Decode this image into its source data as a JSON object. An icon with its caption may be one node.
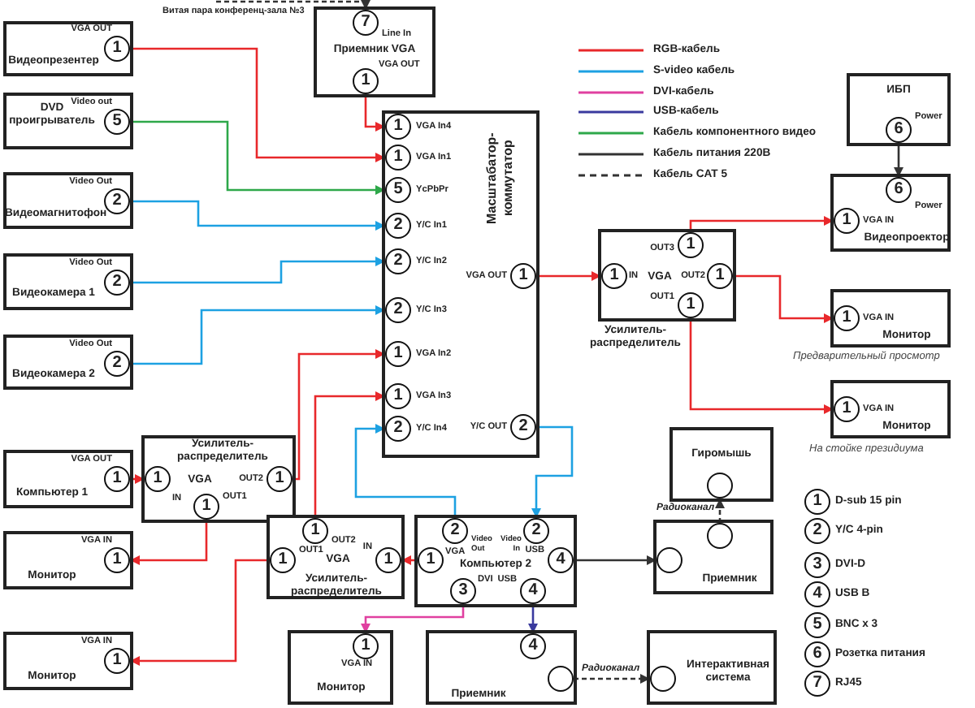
{
  "diagram": {
    "nodes": [
      {
        "text": [
          "Видеопрезентер"
        ]
      },
      {
        "text": [
          "1"
        ],
        "beside": [
          "VGA OUT"
        ],
        "in": 0
      },
      {
        "text": [
          "DVD проигрыватель"
        ]
      },
      {
        "text": [
          "5"
        ],
        "beside": [
          "Video out"
        ],
        "in": 2
      },
      {
        "text": [
          "Видеомагнитофон"
        ]
      },
      {
        "text": [
          "2"
        ],
        "beside": [
          "Video Out"
        ],
        "in": 4
      },
      {
        "text": [
          "Видеокамера 1"
        ]
      },
      {
        "text": [
          "2"
        ],
        "beside": [
          "Video Out"
        ],
        "in": 6
      },
      {
        "text": [
          "Видеокамера 2"
        ]
      },
      {
        "text": [
          "2"
        ],
        "beside": [
          "Video Out"
        ],
        "in": 8
      },
      {
        "text": [
          "Приемник VGA"
        ]
      },
      {
        "text": [
          "7"
        ],
        "beside": [
          "Line In"
        ],
        "in": 10
      },
      {
        "text": [
          "1"
        ],
        "beside": [
          "VGA OUT"
        ],
        "in": 10
      },
      {
        "text": [
          "Масштабатор-коммутатор"
        ]
      },
      {
        "text": [
          "1"
        ],
        "beside": [
          "VGA In4"
        ],
        "in": 13
      },
      {
        "text": [
          "1"
        ],
        "beside": [
          "VGA In1"
        ],
        "in": 13
      },
      {
        "text": [
          "5"
        ],
        "beside": [
          "YcPbPr"
        ],
        "in": 13
      },
      {
        "text": [
          "2"
        ],
        "beside": [
          "Y/C In1"
        ],
        "in": 13
      },
      {
        "text": [
          "2"
        ],
        "beside": [
          "Y/C In2"
        ],
        "in": 13
      },
      {
        "text": [
          "2"
        ],
        "beside": [
          "Y/C In3"
        ],
        "in": 13
      },
      {
        "text": [
          "1"
        ],
        "beside": [
          "VGA In2"
        ],
        "in": 13
      },
      {
        "text": [
          "1"
        ],
        "beside": [
          "VGA In3"
        ],
        "in": 13
      },
      {
        "text": [
          "2"
        ],
        "beside": [
          "Y/C In4"
        ],
        "in": 13
      },
      {
        "text": [
          "1"
        ],
        "beside": [
          "VGA OUT"
        ],
        "in": 13
      },
      {
        "text": [
          "2"
        ],
        "beside": [
          "Y/C OUT"
        ],
        "in": 13
      },
      {
        "text": [
          "VGA",
          "Усилитель-распределитель"
        ]
      },
      {
        "text": [
          "1"
        ],
        "beside": [
          "IN"
        ],
        "in": 25
      },
      {
        "text": [
          "1"
        ],
        "beside": [
          "OUT3"
        ],
        "in": 25
      },
      {
        "text": [
          "1"
        ],
        "beside": [
          "OUT2"
        ],
        "in": 25
      },
      {
        "text": [
          "1"
        ],
        "beside": [
          "OUT1"
        ],
        "in": 25
      },
      {
        "text": [
          "ИБП"
        ]
      },
      {
        "text": [
          "6"
        ],
        "beside": [
          "Power"
        ],
        "in": 30
      },
      {
        "text": [
          "Видеопроектор"
        ]
      },
      {
        "text": [
          "6"
        ],
        "beside": [
          "Power"
        ],
        "in": 32
      },
      {
        "text": [
          "1"
        ],
        "beside": [
          "VGA IN"
        ],
        "in": 32
      },
      {
        "text": [
          "Монитор"
        ],
        "beside": [
          "Предварительный просмотр"
        ]
      },
      {
        "text": [
          "1"
        ],
        "beside": [
          "VGA IN"
        ],
        "in": 35
      },
      {
        "text": [
          "Монитор"
        ],
        "beside": [
          "На стойке президиума"
        ]
      },
      {
        "text": [
          "1"
        ],
        "beside": [
          "VGA IN"
        ],
        "in": 37
      },
      {
        "text": [
          "Компьютер 1"
        ]
      },
      {
        "text": [
          "1"
        ],
        "beside": [
          "VGA OUT"
        ],
        "in": 39
      },
      {
        "text": [
          "Усилитель-распределитель",
          "VGA"
        ]
      },
      {
        "text": [
          "1"
        ],
        "beside": [
          "IN"
        ],
        "in": 41
      },
      {
        "text": [
          "1"
        ],
        "beside": [
          "OUT2"
        ],
        "in": 41
      },
      {
        "text": [
          "1"
        ],
        "beside": [
          "OUT1"
        ],
        "in": 41
      },
      {
        "text": [
          "Монитор"
        ]
      },
      {
        "text": [
          "1"
        ],
        "beside": [
          "VGA IN"
        ],
        "in": 45
      },
      {
        "text": [
          "Монитор"
        ]
      },
      {
        "text": [
          "1"
        ],
        "beside": [
          "VGA IN"
        ],
        "in": 47
      },
      {
        "text": [
          "VGA",
          "Усилитель-распределитель"
        ]
      },
      {
        "text": [
          "1"
        ],
        "beside": [
          "OUT2"
        ],
        "in": 49
      },
      {
        "text": [
          "1"
        ],
        "beside": [
          "OUT1"
        ],
        "in": 49
      },
      {
        "text": [
          "1"
        ],
        "beside": [
          "IN"
        ],
        "in": 49
      },
      {
        "text": [
          "Компьютер 2"
        ]
      },
      {
        "text": [
          "2"
        ],
        "beside": [
          "Video Out"
        ],
        "in": 53
      },
      {
        "text": [
          "2"
        ],
        "beside": [
          "Video In"
        ],
        "in": 53
      },
      {
        "text": [
          "1"
        ],
        "beside": [
          "VGA"
        ],
        "in": 53
      },
      {
        "text": [
          "4"
        ],
        "beside": [
          "USB"
        ],
        "in": 53
      },
      {
        "text": [
          "3"
        ],
        "beside": [
          "DVI"
        ],
        "in": 53
      },
      {
        "text": [
          "4"
        ],
        "beside": [
          "USB"
        ],
        "in": 53
      },
      {
        "text": [
          "Монитор"
        ]
      },
      {
        "text": [
          "1"
        ],
        "beside": [
          "VGA IN"
        ],
        "in": 60
      },
      {
        "text": [
          "Гиромышь"
        ]
      },
      {
        "text": [],
        "shape": "circle",
        "in": 62
      },
      {
        "text": [
          "Приемник"
        ]
      },
      {
        "text": [],
        "shape": "circle",
        "in": 64
      },
      {
        "text": [],
        "shape": "circle",
        "in": 64
      },
      {
        "text": [
          "Приемник"
        ]
      },
      {
        "text": [
          "4"
        ],
        "in": 67
      },
      {
        "text": [],
        "shape": "circle",
        "in": 67
      },
      {
        "text": [
          "Интерактивная система"
        ]
      },
      {
        "text": [],
        "shape": "circle",
        "in": 70
      },
      {
        "text": [
          "1"
        ],
        "beside": [
          "D-sub 15 pin"
        ]
      },
      {
        "text": [
          "2"
        ],
        "beside": [
          "Y/C 4-pin"
        ]
      },
      {
        "text": [
          "3"
        ],
        "beside": [
          "DVI-D"
        ]
      },
      {
        "text": [
          "4"
        ],
        "beside": [
          "USB B"
        ]
      },
      {
        "text": [
          "5"
        ],
        "beside": [
          "BNC x 3"
        ]
      },
      {
        "text": [
          "6"
        ],
        "beside": [
          "Розетка питания"
        ]
      },
      {
        "text": [
          "7"
        ],
        "beside": [
          "RJ45"
        ]
      }
    ],
    "edges": [
      {
        "from": null,
        "to": 11,
        "arrow": "to",
        "label": "Витая пара конференц-зала №3",
        "style": "dashed",
        "color": "#333333"
      },
      {
        "from": 1,
        "to": 15,
        "arrow": "to"
      },
      {
        "from": 3,
        "to": 16,
        "arrow": "to",
        "color": "#2ea84a"
      },
      {
        "from": 5,
        "to": 17,
        "arrow": "to",
        "color": "#1da1e2"
      },
      {
        "from": 7,
        "to": 18,
        "arrow": "to",
        "color": "#1da1e2"
      },
      {
        "from": 9,
        "to": 19,
        "arrow": "to",
        "color": "#1da1e2"
      },
      {
        "from": 12,
        "to": 14,
        "arrow": "to"
      },
      {
        "from": 23,
        "to": 26,
        "arrow": "to"
      },
      {
        "from": 27,
        "to": 34,
        "arrow": "to"
      },
      {
        "from": 28,
        "to": 36,
        "arrow": "to"
      },
      {
        "from": 29,
        "to": 38,
        "arrow": "to"
      },
      {
        "from": 31,
        "to": 33,
        "arrow": "to",
        "color": "#333333"
      },
      {
        "from": 40,
        "to": 42,
        "arrow": "to"
      },
      {
        "from": 43,
        "to": 20,
        "arrow": "to"
      },
      {
        "from": 44,
        "to": 46,
        "arrow": "to"
      },
      {
        "from": 50,
        "to": 21,
        "arrow": "to"
      },
      {
        "from": 51,
        "to": 48,
        "arrow": "to"
      },
      {
        "from": 56,
        "to": 52,
        "arrow": "to"
      },
      {
        "from": 54,
        "to": 22,
        "arrow": "to",
        "color": "#1da1e2"
      },
      {
        "from": 24,
        "to": 55,
        "arrow": "to",
        "color": "#1da1e2"
      },
      {
        "from": 58,
        "to": 61,
        "arrow": "to",
        "color": "#e040a0"
      },
      {
        "from": 59,
        "to": 68,
        "arrow": "to",
        "color": "#3a3a9e"
      },
      {
        "from": 57,
        "to": 66,
        "arrow": "to",
        "color": "#333333"
      },
      {
        "from": 65,
        "to": 63,
        "arrow": "to",
        "label": "Радиоканал",
        "style": "dashed",
        "color": "#333333"
      },
      {
        "from": 69,
        "to": 71,
        "arrow": "to",
        "label": "Радиоканал",
        "style": "dashed",
        "color": "#333333"
      }
    ],
    "legend": [
      {
        "text": "RGB-кабель",
        "color": "#e8282b"
      },
      {
        "text": "S-video кабель",
        "color": "#1da1e2"
      },
      {
        "text": "DVI-кабель",
        "color": "#e040a0"
      },
      {
        "text": "USB-кабель",
        "color": "#3a3a9e"
      },
      {
        "text": "Кабель компонентного видео",
        "color": "#2ea84a"
      },
      {
        "text": "Кабель питания 220В",
        "color": "#333333"
      },
      {
        "text": "Кабель CAT 5"
      }
    ]
  }
}
